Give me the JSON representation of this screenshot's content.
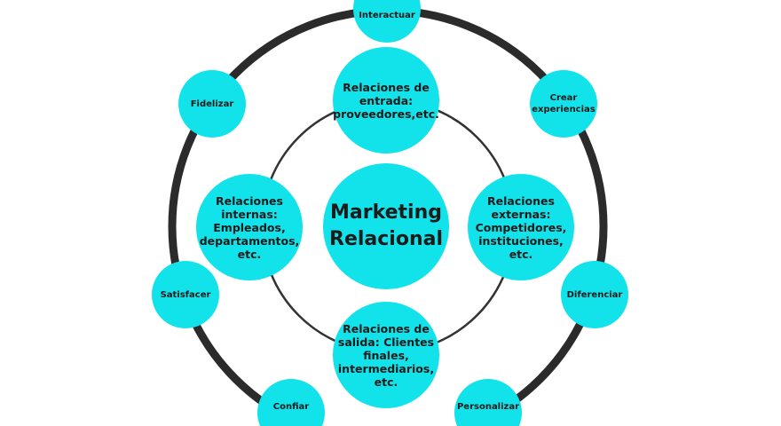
{
  "colors": {
    "node_fill": "#12e2ea",
    "outer_ring": "#2b2b2b",
    "inner_ring": "#333333",
    "text": "#1b1b1b"
  },
  "diagram": {
    "center": "Marketing\nRelacional",
    "inner": {
      "entrada": "Relaciones de\nentrada:\nproveedores,etc.",
      "internas": "Relaciones\ninternas:\nEmpleados,\ndepartamentos,\netc.",
      "externas": "Relaciones\nexternas:\nCompetidores,\ninstituciones,\netc.",
      "salida": "Relaciones de\nsalida: Clientes\nfinales,\nintermediarios,\netc."
    },
    "outer": {
      "interactuar": "Interactuar",
      "crear": "Crear\nexperiencias",
      "fidelizar": "Fidelizar",
      "diferenciar": "Diferenciar",
      "satisfacer": "Satisfacer",
      "personalizar": "Personalizar",
      "confiar": "Confiar"
    }
  }
}
